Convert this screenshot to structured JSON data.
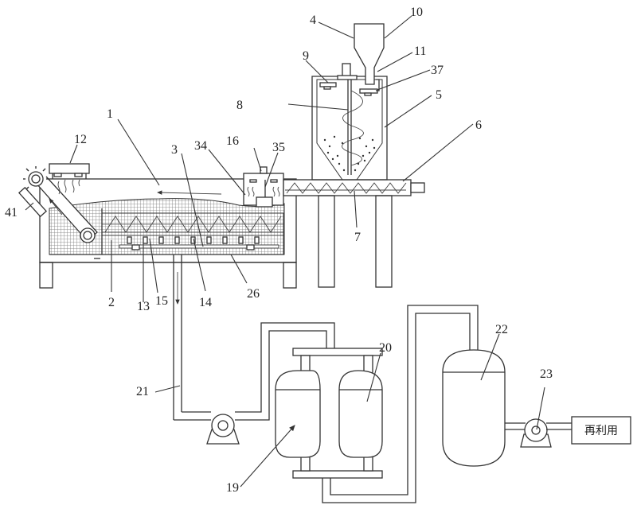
{
  "diagram": {
    "type": "patent-schematic",
    "description": "Processing system with washing tank, conveyor, feeding hopper, screw conveyor, filtration tanks, storage tank, pump and reuse outlet",
    "labels": [
      {
        "id": "1",
        "text": "1"
      },
      {
        "id": "2",
        "text": "2"
      },
      {
        "id": "3",
        "text": "3"
      },
      {
        "id": "4",
        "text": "4"
      },
      {
        "id": "5",
        "text": "5"
      },
      {
        "id": "6",
        "text": "6"
      },
      {
        "id": "7",
        "text": "7"
      },
      {
        "id": "8",
        "text": "8"
      },
      {
        "id": "9",
        "text": "9"
      },
      {
        "id": "10",
        "text": "10"
      },
      {
        "id": "11",
        "text": "11"
      },
      {
        "id": "12",
        "text": "12"
      },
      {
        "id": "13",
        "text": "13"
      },
      {
        "id": "14",
        "text": "14"
      },
      {
        "id": "15",
        "text": "15"
      },
      {
        "id": "16",
        "text": "16"
      },
      {
        "id": "19",
        "text": "19"
      },
      {
        "id": "20",
        "text": "20"
      },
      {
        "id": "21",
        "text": "21"
      },
      {
        "id": "22",
        "text": "22"
      },
      {
        "id": "23",
        "text": "23"
      },
      {
        "id": "26",
        "text": "26"
      },
      {
        "id": "34",
        "text": "34"
      },
      {
        "id": "35",
        "text": "35"
      },
      {
        "id": "37",
        "text": "37"
      },
      {
        "id": "41",
        "text": "41"
      }
    ],
    "reuse_box_label": "再利用",
    "colors": {
      "line": "#333333",
      "background": "#ffffff"
    }
  }
}
